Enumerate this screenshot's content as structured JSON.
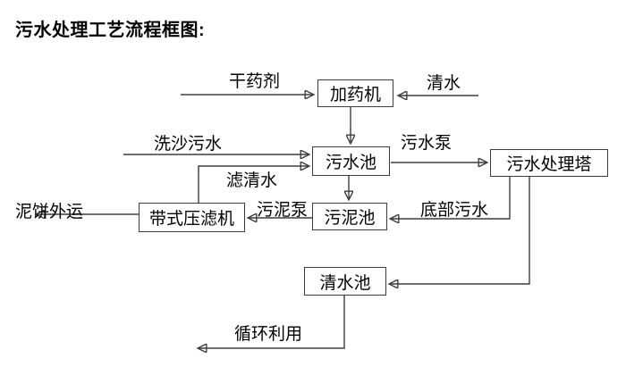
{
  "title": "污水处理工艺流程框图:",
  "nodes": {
    "dosing_machine": {
      "label": "加药机"
    },
    "sewage_pool": {
      "label": "污水池"
    },
    "sewage_treatment_tower": {
      "label": "污水处理塔"
    },
    "sludge_pool": {
      "label": "污泥池"
    },
    "belt_filter_press": {
      "label": "带式压滤机"
    },
    "clean_water_pool": {
      "label": "清水池"
    }
  },
  "edge_labels": {
    "dry_chemical": "干药剂",
    "clean_water": "清水",
    "sand_washing_sewage": "洗沙污水",
    "filtered_water": "滤清水",
    "sewage_pump": "污水泵",
    "bottom_sewage": "底部污水",
    "sludge_pump": "污泥泵",
    "mud_cake_outbound": "泥饼外运",
    "recycling": "循环利用"
  },
  "edges": [
    {
      "from": "input_dry_chemical",
      "to": "dosing_machine",
      "label": "干药剂"
    },
    {
      "from": "input_clean_water",
      "to": "dosing_machine",
      "label": "清水"
    },
    {
      "from": "dosing_machine",
      "to": "sewage_pool",
      "label": ""
    },
    {
      "from": "input_sand_washing_sewage",
      "to": "sewage_pool",
      "label": "洗沙污水"
    },
    {
      "from": "belt_filter_press",
      "to": "sewage_pool",
      "label": "滤清水"
    },
    {
      "from": "sewage_pool",
      "to": "sewage_treatment_tower",
      "label": "污水泵"
    },
    {
      "from": "sewage_pool",
      "to": "sludge_pool",
      "label": ""
    },
    {
      "from": "sewage_treatment_tower",
      "to": "sludge_pool",
      "label": "底部污水"
    },
    {
      "from": "sewage_treatment_tower",
      "to": "clean_water_pool",
      "label": ""
    },
    {
      "from": "sludge_pool",
      "to": "belt_filter_press",
      "label": "污泥泵"
    },
    {
      "from": "belt_filter_press",
      "to": "output_mud_cake",
      "label": "泥饼外运"
    },
    {
      "from": "clean_water_pool",
      "to": "output_recycling",
      "label": "循环利用"
    }
  ],
  "colors": {
    "background": "#ffffff",
    "line": "#3d3d3d",
    "arrowhead": "#141414",
    "text": "#000000"
  }
}
